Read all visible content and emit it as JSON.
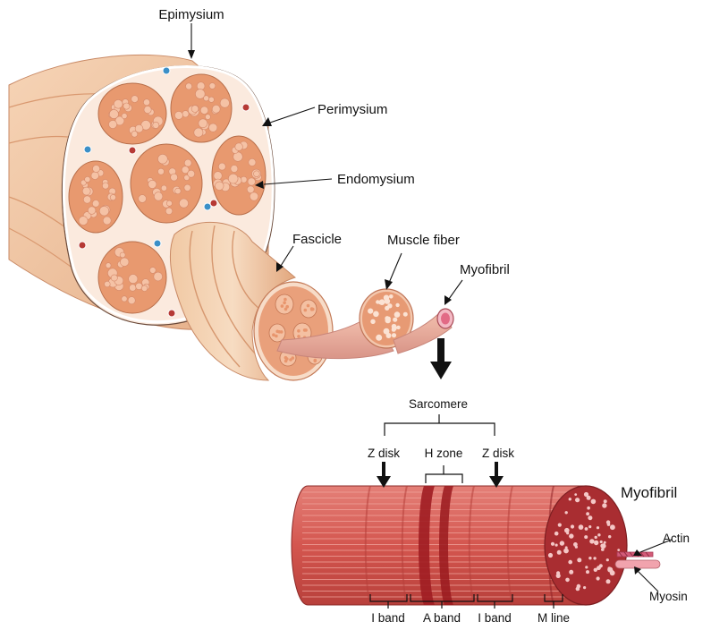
{
  "labels": {
    "epimysium": "Epimysium",
    "perimysium": "Perimysium",
    "endomysium": "Endomysium",
    "fascicle": "Fascicle",
    "muscle_fiber": "Muscle fiber",
    "myofibril_small": "Myofibril",
    "sarcomere": "Sarcomere",
    "z_disk_left": "Z disk",
    "h_zone": "H zone",
    "z_disk_right": "Z disk",
    "myofibril_large": "Myofibril",
    "actin": "Actin",
    "myosin": "Myosin",
    "i_band_left": "I band",
    "a_band": "A band",
    "i_band_right": "I band",
    "m_line": "M line"
  },
  "colors": {
    "muscle_outer": "#f3c9a6",
    "muscle_shadow": "#e2a47c",
    "connective": "#fbe9df",
    "fascicle_fill": "#e89a73",
    "fiber_dot": "#f6c3a6",
    "myofibril_red": "#d05a52",
    "myofibril_dark": "#9c1c1e",
    "myofibril_end": "#a5262a",
    "vessel_blue": "#3b8fc7",
    "vessel_red": "#b63a35"
  }
}
